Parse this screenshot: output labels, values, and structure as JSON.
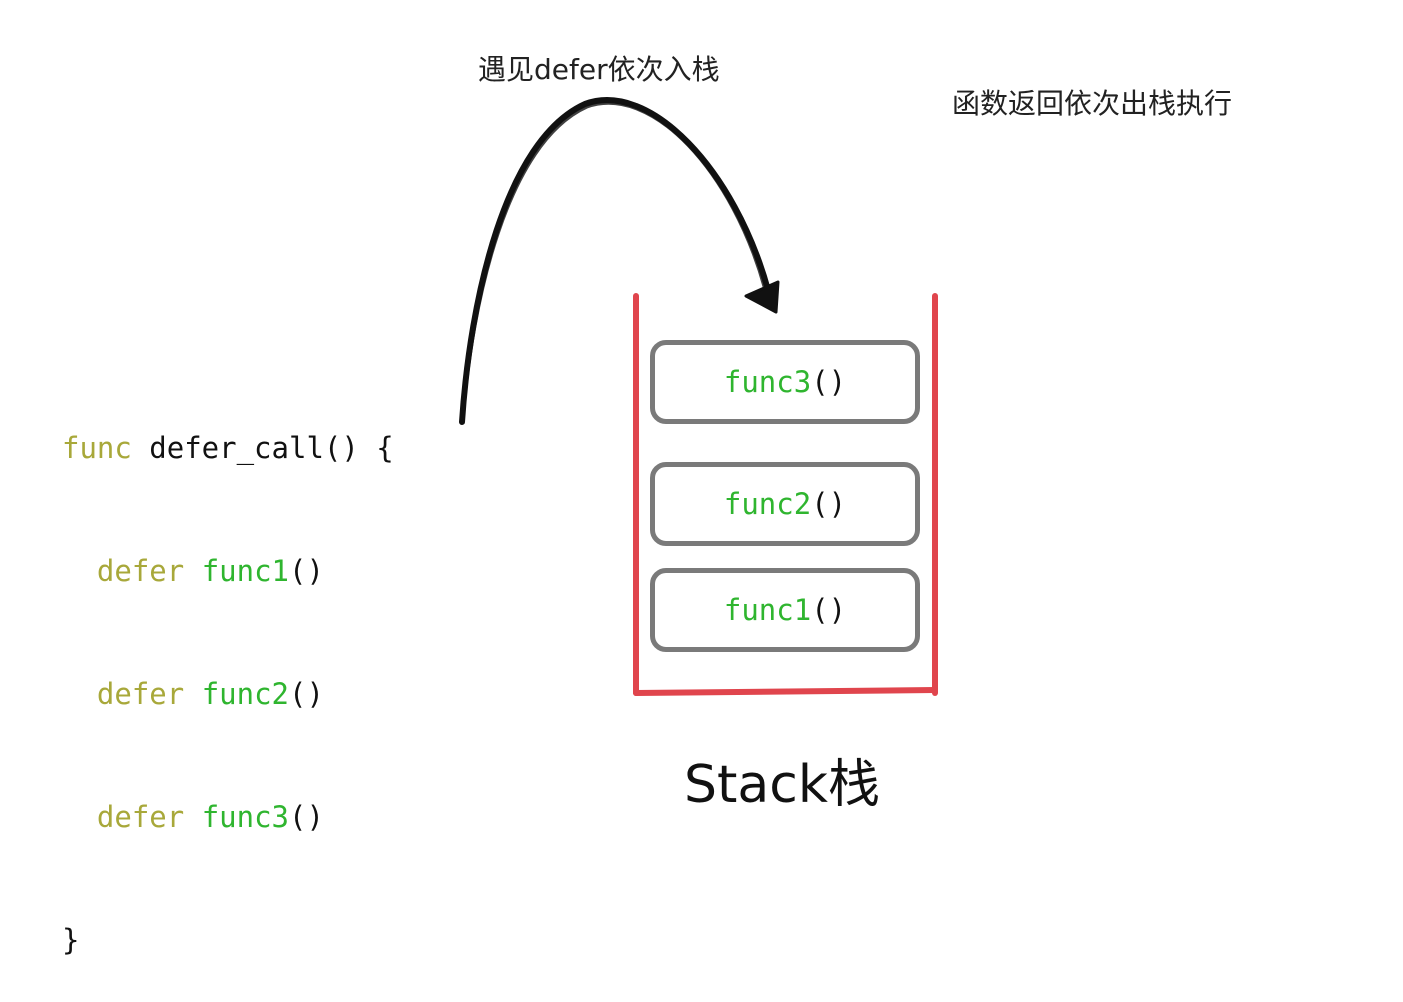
{
  "labels": {
    "push": "遇见defer依次入栈",
    "pop": "函数返回依次出栈执行",
    "stack_caption": "Stack栈"
  },
  "code": {
    "line1": {
      "keyword": "func",
      "name": " defer_call() {"
    },
    "line2": {
      "indent": "  ",
      "keyword": "defer",
      "fn": " func1",
      "parens": "()"
    },
    "line3": {
      "indent": "  ",
      "keyword": "defer",
      "fn": " func2",
      "parens": "()"
    },
    "line4": {
      "indent": "  ",
      "keyword": "defer",
      "fn": " func3",
      "parens": "()"
    },
    "line5": "}"
  },
  "stack": {
    "frames": [
      {
        "fn": "func3",
        "parens": "()"
      },
      {
        "fn": "func2",
        "parens": "()"
      },
      {
        "fn": "func1",
        "parens": "()"
      }
    ]
  },
  "colors": {
    "keyword": "#a8a83a",
    "function": "#2fb52f",
    "stack_border": "#e0454d",
    "frame_border": "#7a7a7a",
    "arrow": "#111111"
  },
  "icons": {
    "arrow": "curved-arrow-icon"
  }
}
